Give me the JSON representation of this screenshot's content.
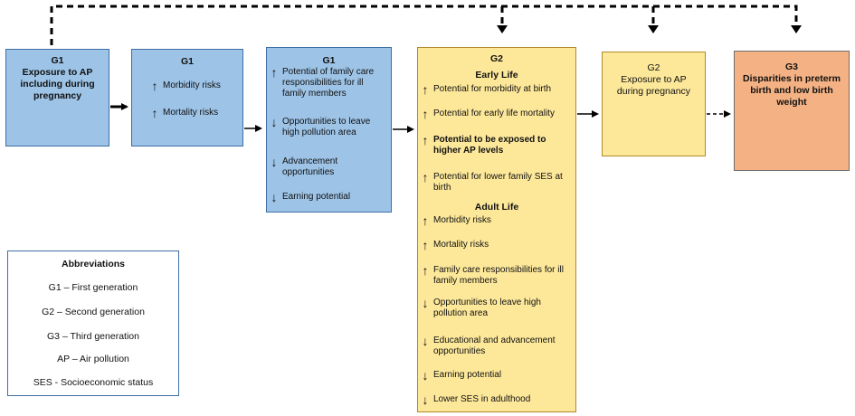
{
  "boxes": {
    "g1_exposure": {
      "gen": "G1",
      "title": "Exposure to AP including during pregnancy"
    },
    "g1_risks": {
      "gen": "G1",
      "items": [
        {
          "dir": "up",
          "text": "Morbidity risks"
        },
        {
          "dir": "up",
          "text": "Mortality risks"
        }
      ]
    },
    "g1_outcomes": {
      "gen": "G1",
      "items": [
        {
          "dir": "up",
          "text": "Potential of family care responsibilities for ill family members"
        },
        {
          "dir": "down",
          "text": "Opportunities to leave high pollution area"
        },
        {
          "dir": "down",
          "text": "Advancement opportunities"
        },
        {
          "dir": "down",
          "text": "Earning potential"
        }
      ]
    },
    "g2_main": {
      "gen": "G2",
      "early_life_heading": "Early Life",
      "early_life_items": [
        {
          "dir": "up",
          "text": "Potential for morbidity at birth"
        },
        {
          "dir": "up",
          "text": "Potential for early life mortality"
        },
        {
          "dir": "up",
          "text": "Potential to be exposed to higher AP levels"
        },
        {
          "dir": "up",
          "text": "Potential for lower family SES at birth"
        }
      ],
      "adult_life_heading": "Adult Life",
      "adult_life_items": [
        {
          "dir": "up",
          "text": "Morbidity risks"
        },
        {
          "dir": "up",
          "text": "Mortality risks"
        },
        {
          "dir": "up",
          "text": "Family care responsibilities for ill family members"
        },
        {
          "dir": "down",
          "text": "Opportunities to leave high pollution area"
        },
        {
          "dir": "down",
          "text": "Educational and advancement opportunities"
        },
        {
          "dir": "down",
          "text": "Earning potential"
        },
        {
          "dir": "down",
          "text": "Lower SES in adulthood"
        }
      ]
    },
    "g2_exposure": {
      "gen": "G2",
      "title": "Exposure to AP during pregnancy"
    },
    "g3_outcome": {
      "gen": "G3",
      "title": "Disparities in preterm birth and low birth weight"
    }
  },
  "abbreviations": {
    "title": "Abbreviations",
    "items": [
      "G1 – First generation",
      "G2 – Second generation",
      "G3 – Third generation",
      "AP – Air pollution",
      "SES - Socioeconomic status"
    ]
  },
  "colors": {
    "blue": "#9dc3e6",
    "yellow": "#fde89a",
    "orange": "#f4b183",
    "border_blue": "#3f6ea5"
  },
  "icons": {
    "up": "up-arrow-icon",
    "down": "down-arrow-icon"
  }
}
